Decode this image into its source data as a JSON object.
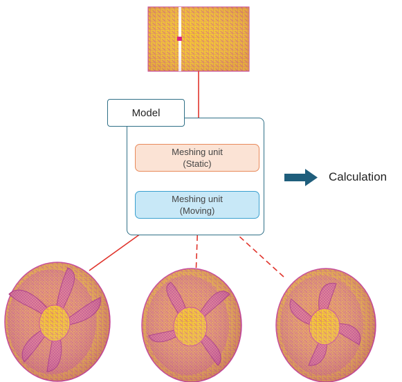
{
  "model": {
    "label": "Model"
  },
  "units": {
    "static": {
      "line1": "Meshing unit",
      "line2": "(Static)"
    },
    "moving": {
      "line1": "Meshing unit",
      "line2": "(Moving)"
    }
  },
  "calculation": {
    "label": "Calculation"
  },
  "colors": {
    "frame": "#2e6f86",
    "arrow": "#e0342c",
    "static_fill": "#fbe3d5",
    "static_border": "#e8895a",
    "moving_fill": "#c8e8f7",
    "moving_border": "#3a9fce",
    "mesh_yellow": "#f3c431",
    "mesh_magenta": "#c94a9a",
    "calc_arrow": "#1f5e7c"
  },
  "icons": [
    "stator-mesh-cylinder",
    "rotor-mesh-position-1",
    "rotor-mesh-position-2",
    "rotor-mesh-position-3",
    "right-arrow-icon"
  ]
}
